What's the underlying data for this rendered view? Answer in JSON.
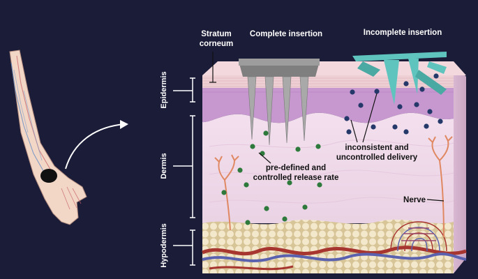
{
  "labels": {
    "stratum_corneum_line1": "Stratum",
    "stratum_corneum_line2": "corneum",
    "complete_insertion": "Complete insertion",
    "incomplete_insertion": "Incomplete insertion",
    "epidermis": "Epidermis",
    "dermis": "Dermis",
    "hypodermis": "Hypodermis",
    "predefined_line1": "pre-defined and",
    "predefined_line2": "controlled release rate",
    "inconsistent_line1": "inconsistent and",
    "inconsistent_line2": "uncontrolled delivery",
    "nerve": "Nerve"
  },
  "colors": {
    "background": "#1b1c38",
    "microneedle_gray": "#9d9d9d",
    "microneedle_teal": "#5fc4bd",
    "green_dot": "#2e7a3c",
    "blue_dot": "#25386a",
    "epidermis_purple": "#c798cf",
    "dermis_pink": "#f1dcea",
    "hypodermis_fat": "#efe3c4",
    "artery_red": "#a83630",
    "vein_blue": "#5a62b0",
    "nerve_orange": "#e08862"
  }
}
